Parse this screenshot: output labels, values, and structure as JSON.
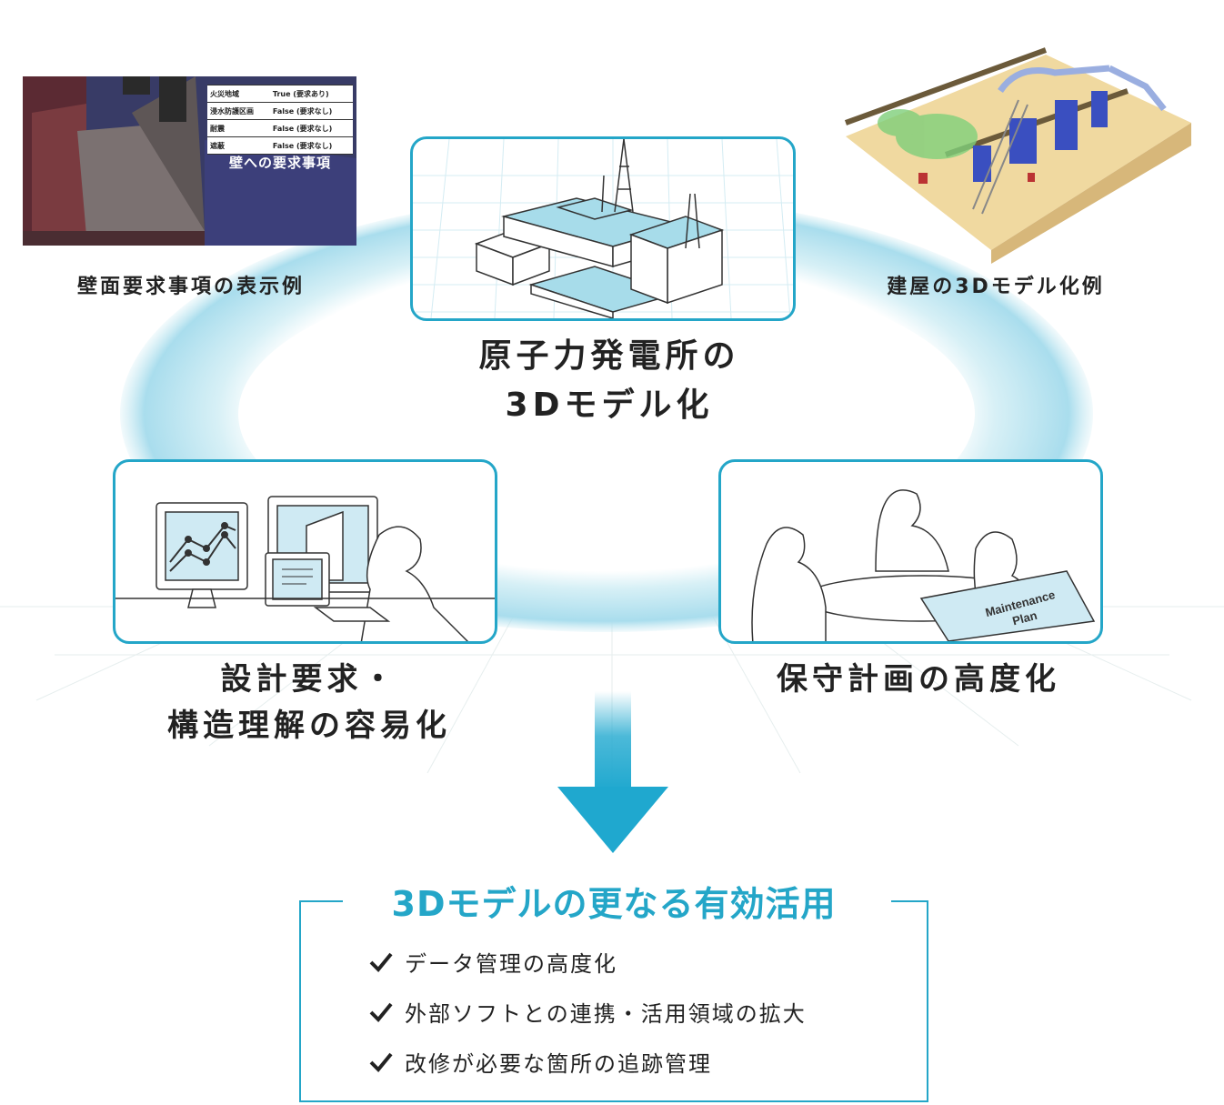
{
  "center": {
    "title_line1": "原子力発電所の",
    "title_line2": "3Dモデル化"
  },
  "left_thumb": {
    "caption": "壁面要求事項の表示例",
    "table": [
      {
        "label": "火災地域",
        "value": "True (要求あり)"
      },
      {
        "label": "浸水防護区画",
        "value": "False (要求なし)"
      },
      {
        "label": "耐震",
        "value": "False (要求なし)"
      },
      {
        "label": "遮蔽",
        "value": "False (要求なし)"
      }
    ],
    "overlay_caption": "壁への要求事項"
  },
  "right_thumb": {
    "caption": "建屋の3Dモデル化例"
  },
  "left_panel": {
    "caption_line1": "設計要求・",
    "caption_line2": "構造理解の容易化"
  },
  "right_panel": {
    "caption": "保守計画の高度化",
    "document_line1": "Maintenance",
    "document_line2": "Plan"
  },
  "result": {
    "title": "3Dモデルの更なる有効活用",
    "items": [
      "データ管理の高度化",
      "外部ソフトとの連携・活用領域の拡大",
      "改修が必要な箇所の追跡管理"
    ]
  },
  "colors": {
    "accent": "#24a6c8",
    "ring": "#bfe6f0",
    "arrow": "#1fa8cf"
  }
}
